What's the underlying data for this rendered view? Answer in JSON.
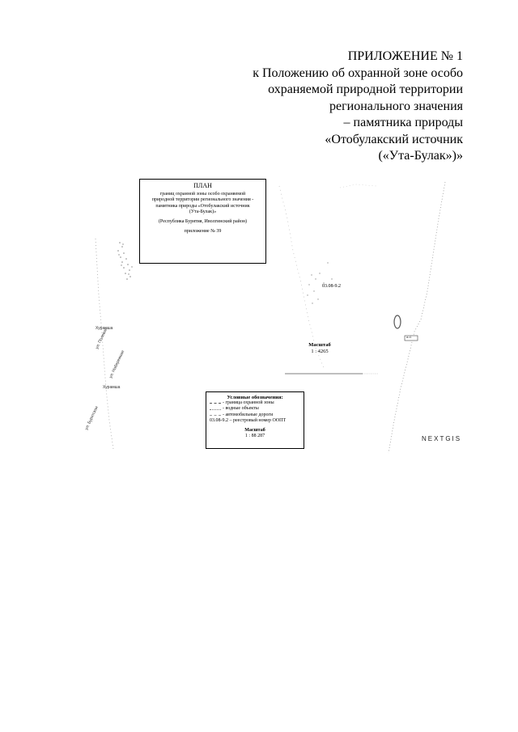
{
  "header": {
    "lines": [
      "ПРИЛОЖЕНИЕ № 1",
      "к Положению об охранной зоне особо",
      "охраняемой природной территории",
      "регионального значения",
      "– памятника природы",
      "«Отобулакский источник",
      "(«Ута-Булак»)»"
    ]
  },
  "plan": {
    "title": "ПЛАН",
    "lines": [
      "границ охранной зоны особо охраняемой",
      "природной территории регионального значения -",
      "памятника природы «Отобулакский источник",
      "(Ута-Булак)»"
    ],
    "region": "(Республика Бурятия, Иволгинский район)",
    "appendix": "приложение № 39"
  },
  "map": {
    "site_number": "03.08-9.2",
    "scale_title": "Масштаб",
    "scale_value": "1 : 4265",
    "places": [
      "Хурамша",
      "ул. Полевая",
      "ул. Набережная",
      "Хурамша",
      "ул. Бурятская"
    ],
    "road_label": "a.d.",
    "attribution": "NEXTGIS"
  },
  "legend": {
    "title": "Условные обозначения:",
    "items": [
      "- граница охранной зоны",
      "- водные объекты",
      "- автомобильные дороги",
      "03.08-9.2 – реестровый номер ООПТ"
    ],
    "scale_title": "Масштаб",
    "scale_value": "1 : 88 287"
  },
  "colors": {
    "line": "#888888",
    "text": "#000000",
    "background": "#ffffff"
  }
}
